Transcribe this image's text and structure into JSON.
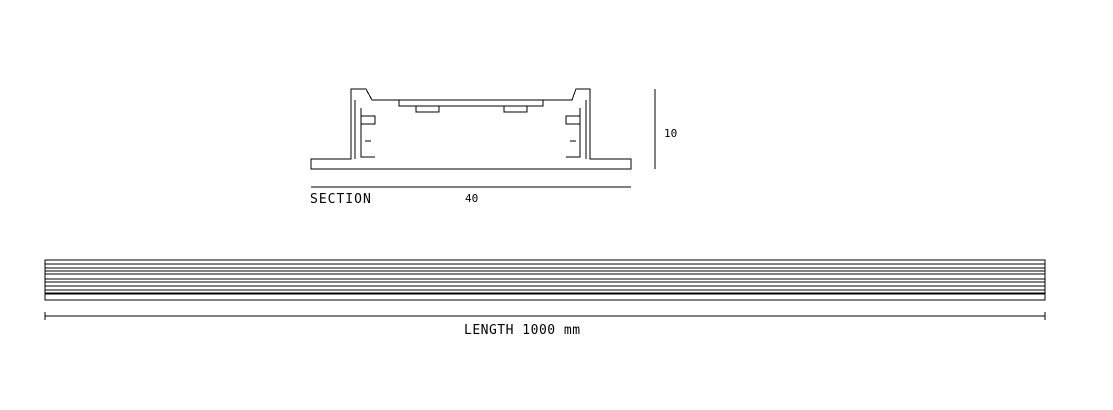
{
  "section": {
    "label": "SECTION",
    "width_dimension": "40",
    "height_dimension": "10"
  },
  "length": {
    "label": "LENGTH 1000 mm"
  },
  "colors": {
    "line": "#000000",
    "background": "#ffffff"
  }
}
